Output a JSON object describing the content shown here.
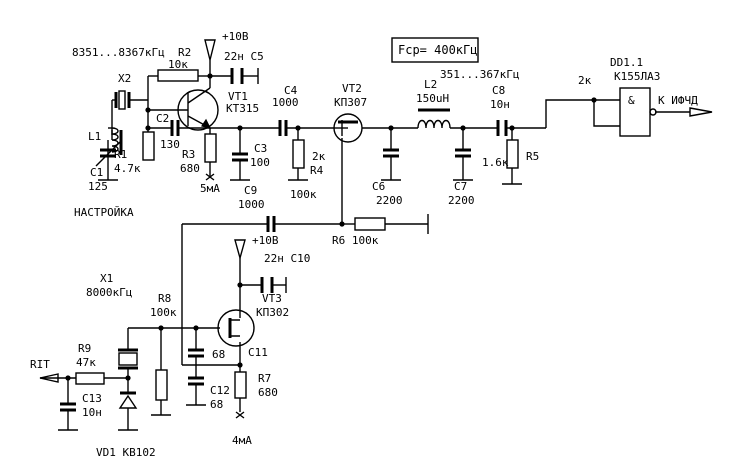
{
  "labels": {
    "freq_top": "8351...8367кГц",
    "r2": "R2",
    "r2_val": "10к",
    "plus10v_top": "+10В",
    "c5": "22н С5",
    "fcp": "Fср= 400кГц",
    "dd1_name": "DD1.1",
    "dd1_type": "К155ЛА3",
    "gate_symbol": "&",
    "freq_mid": "351...367кГц",
    "r_2k": "2к",
    "x2": "Х2",
    "vt1": "VT1",
    "vt1_type": "КТ315",
    "c4": "С4",
    "c4_val": "1000",
    "vt2": "VT2",
    "vt2_type": "КП307",
    "l2": "L2",
    "l2_val": "150uH",
    "c8": "С8",
    "c8_val": "10н",
    "out_label": "К ИФЧД",
    "l1": "L1",
    "c2": "С2",
    "c2_val": "130",
    "c3": "С3",
    "c3_val": "100",
    "r4_val": "2к",
    "r4": "R4",
    "r1": "R1",
    "r1_val": "4.7к",
    "r3": "R3",
    "r3_val": "680",
    "c1": "С1",
    "c1_val": "125",
    "i_5ma": "5мА",
    "c6": "С6",
    "c6_val": "2200",
    "c7": "С7",
    "c7_val": "2200",
    "r5_val": "1.6к",
    "r5": "R5",
    "r_100k_a": "100к",
    "tuning": "НАСТРОЙКА",
    "c9": "С9",
    "c9_val": "1000",
    "r6": "R6 100к",
    "plus10v_bottom": "+10В",
    "c10": "22н С10",
    "x1": "Х1",
    "x1_freq": "8000кГц",
    "vt3": "VT3",
    "vt3_type": "КП302",
    "r8": "R8",
    "r8_val": "100к",
    "r9": "R9",
    "r9_val": "47к",
    "rit": "RIT",
    "c11_val": "68",
    "c11": "С11",
    "r7": "R7",
    "r7_val": "680",
    "c12": "С12",
    "c12_val": "68",
    "c13": "С13",
    "c13_val": "10н",
    "vd1": "VD1 КВ102",
    "i_4ma": "4мА"
  }
}
